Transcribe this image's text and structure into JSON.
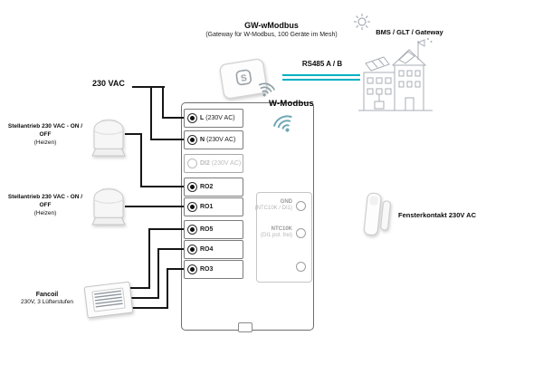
{
  "colors": {
    "rs485_line": "#00b1c3",
    "wire": "#161616",
    "inactive_gray": "#bdbdbd"
  },
  "gateway": {
    "title": "GW-wModbus",
    "subtitle": "(Gateway für W-Modbus, 100 Geräte im Mesh)",
    "logo_letter": "S"
  },
  "bus": {
    "rs485_label": "RS485 A / B",
    "bms_label": "BMS / GLT / Gateway",
    "wmodbus_label": "W-Modbus"
  },
  "power": {
    "label": "230 VAC"
  },
  "terminal_block": {
    "left_terminals": [
      {
        "label": "L",
        "sub": "(230V AC)",
        "active": true
      },
      {
        "label": "N",
        "sub": "(230V AC)",
        "active": true
      },
      {
        "label": "DI2",
        "sub": "(230V AC)",
        "active": false
      },
      {
        "label": "RO2",
        "sub": "",
        "active": true
      },
      {
        "label": "RO1",
        "sub": "",
        "active": true
      },
      {
        "label": "RO5",
        "sub": "",
        "active": true
      },
      {
        "label": "RO4",
        "sub": "",
        "active": true
      },
      {
        "label": "RO3",
        "sub": "",
        "active": true
      }
    ],
    "right_terminals": [
      {
        "label": "GND",
        "sub": "(NTC10K / DI1)"
      },
      {
        "label": "NTC10K",
        "sub": "(DI1 pot. frei)"
      }
    ]
  },
  "devices": {
    "actuator1": {
      "line1": "Stellantrieb 230 VAC - ON / OFF",
      "line2": "(Heizen)"
    },
    "actuator2": {
      "line1": "Stellantrieb 230 VAC - ON / OFF",
      "line2": "(Heizen)"
    },
    "fancoil": {
      "line1": "Fancoil",
      "line2": "230V, 3 Lüfterstufen"
    },
    "window_contact": {
      "label": "Fensterkontakt 230V AC"
    }
  }
}
